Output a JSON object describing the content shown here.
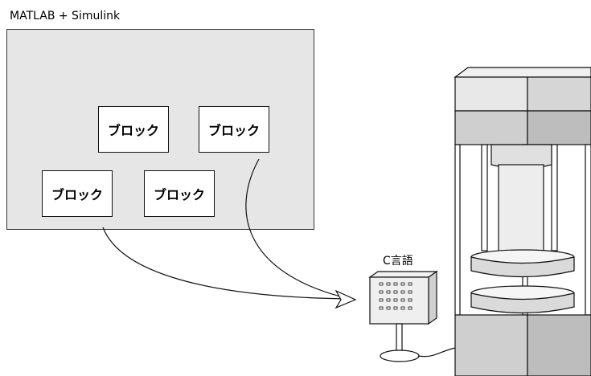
{
  "title": "MATLAB + Simulink",
  "blocks": [
    {
      "label": "ブロック"
    },
    {
      "label": "ブロック"
    },
    {
      "label": "ブロック"
    },
    {
      "label": "ブロック"
    }
  ],
  "controller_label": "C言語",
  "colors": {
    "canvas_fill": "#e6e6e6",
    "stroke": "#111111",
    "machine_fill": "#e8e8e8"
  }
}
